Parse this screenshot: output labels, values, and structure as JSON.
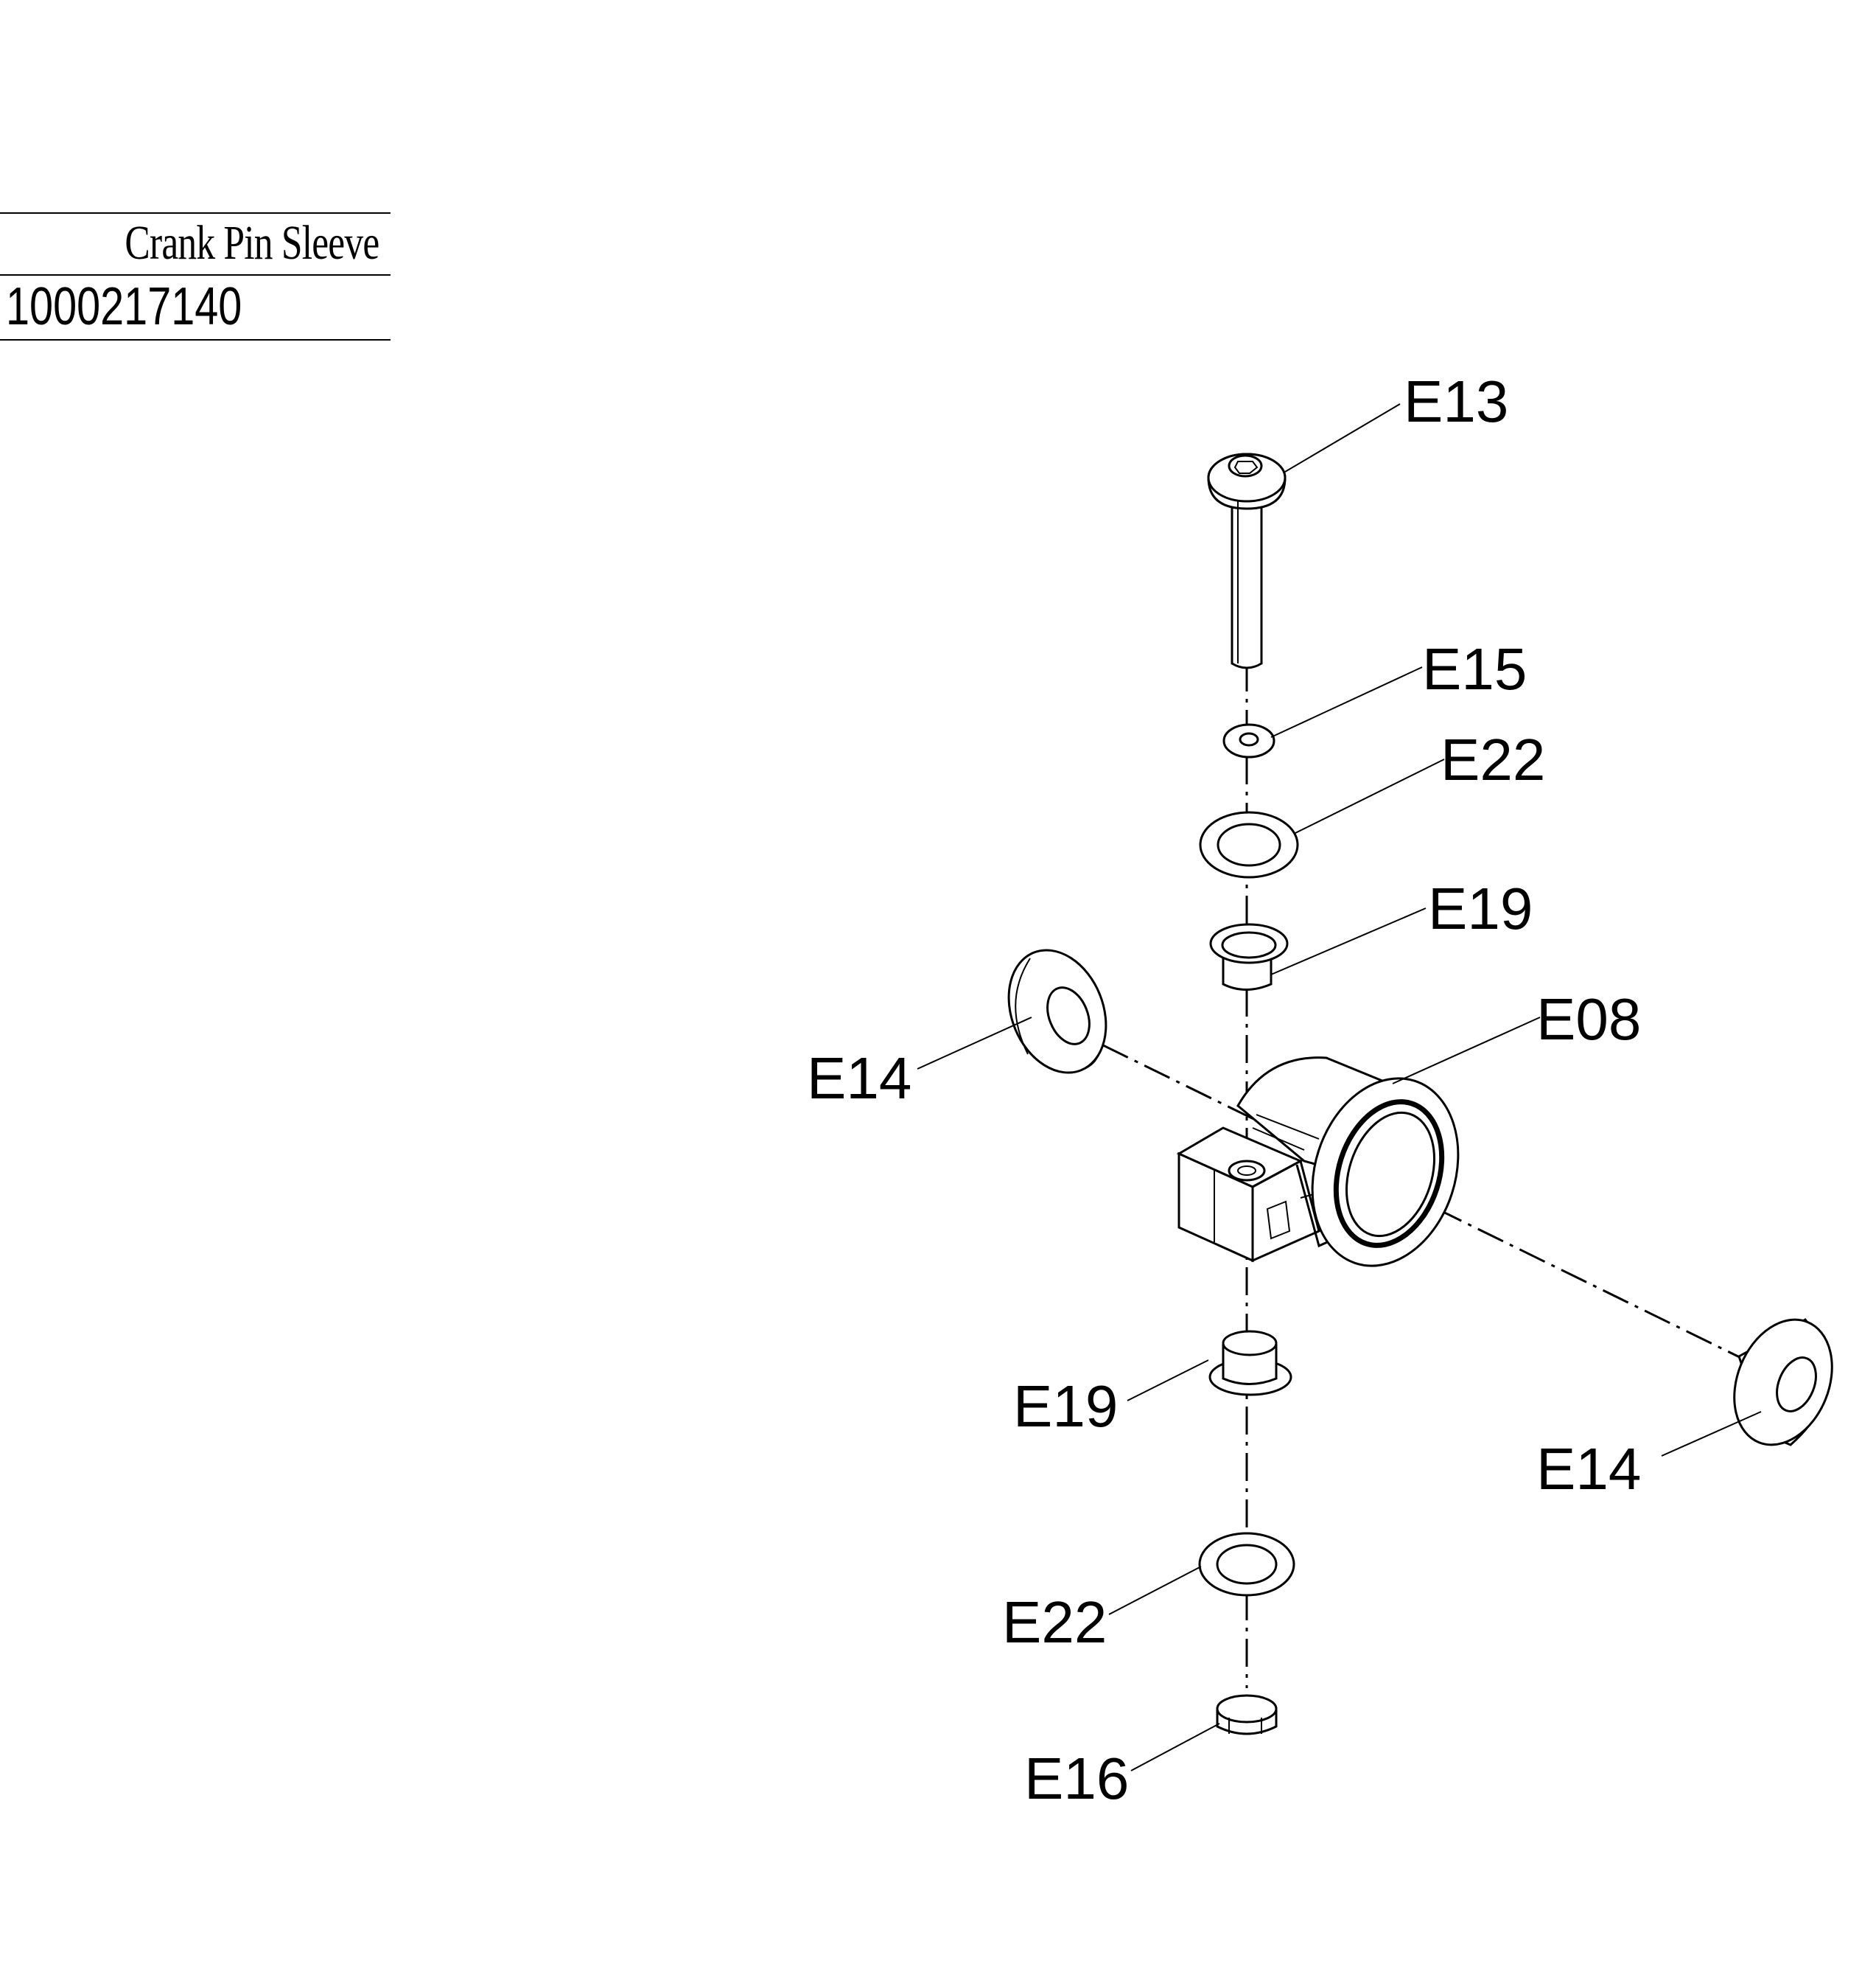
{
  "title_block": {
    "part_name": "Crank Pin Sleeve",
    "part_number": "1000217140"
  },
  "callouts": [
    {
      "id": "e13",
      "label": "E13"
    },
    {
      "id": "e15",
      "label": "E15"
    },
    {
      "id": "e22-top",
      "label": "E22"
    },
    {
      "id": "e19-top",
      "label": "E19"
    },
    {
      "id": "e08",
      "label": "E08"
    },
    {
      "id": "e14-left",
      "label": "E14"
    },
    {
      "id": "e19-bottom",
      "label": "E19"
    },
    {
      "id": "e14-right",
      "label": "E14"
    },
    {
      "id": "e22-bottom",
      "label": "E22"
    },
    {
      "id": "e16",
      "label": "E16"
    }
  ]
}
